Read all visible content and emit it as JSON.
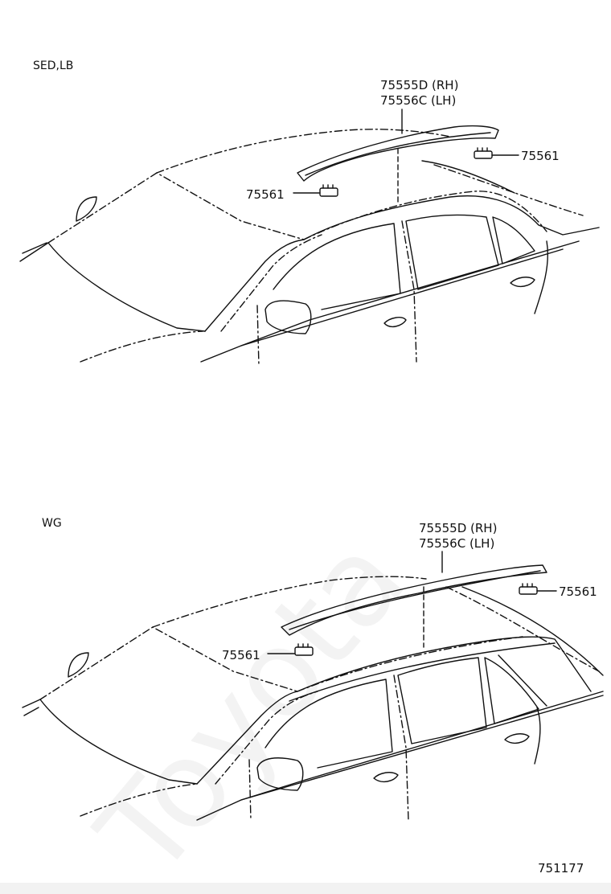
{
  "diagram": {
    "sections": [
      {
        "variant_label": "SED,LB",
        "callouts": {
          "molding_rh": "75555D (RH)",
          "molding_lh": "75556C (LH)",
          "clip_right": "75561",
          "clip_left": "75561"
        }
      },
      {
        "variant_label": "WG",
        "callouts": {
          "molding_rh": "75555D (RH)",
          "molding_lh": "75556C (LH)",
          "clip_right": "75561",
          "clip_left": "75561"
        }
      }
    ],
    "illustration_number": "751177"
  },
  "watermark": {
    "text": "Toyota",
    "color": "#000000"
  }
}
